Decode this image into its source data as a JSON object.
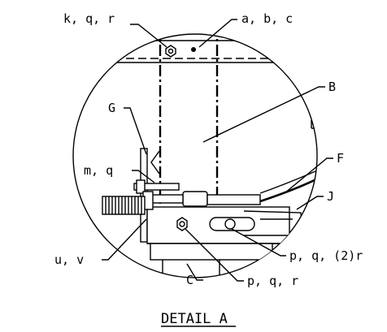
{
  "labels": {
    "kqr": "k, q, r",
    "abc": "a, b, c",
    "B": "B",
    "G": "G",
    "mq": "m, q",
    "F": "F",
    "J": "J",
    "uv": "u, v",
    "pq2r": "p, q, (2)r",
    "C": "C",
    "pqr": "p, q, r"
  },
  "title": "DETAIL A"
}
